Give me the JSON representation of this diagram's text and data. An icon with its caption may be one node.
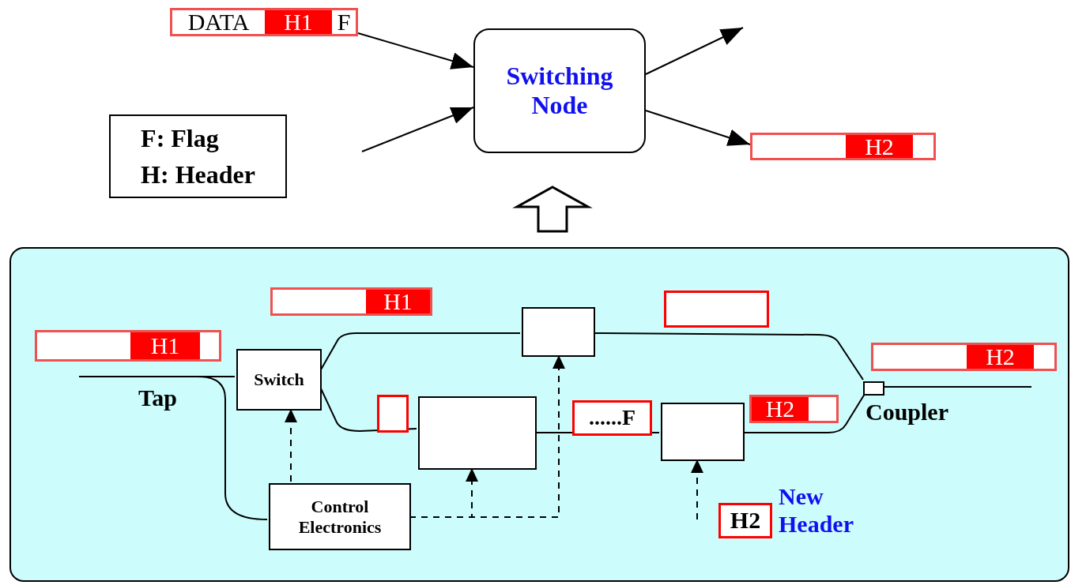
{
  "diagram": {
    "nodes": [
      {
        "text": [
          "DATA",
          "H1",
          "F"
        ]
      },
      {
        "text": [
          "Switching Node"
        ]
      },
      {
        "text": [
          "F: Flag",
          "H: Header"
        ]
      },
      {
        "text": [
          "H2"
        ]
      },
      {
        "text": [],
        "shape": "box"
      },
      {
        "text": [
          "H1"
        ],
        "in": 4
      },
      {
        "text": [],
        "shape": "box",
        "in": 4
      },
      {
        "text": [],
        "shape": "box",
        "in": 4
      },
      {
        "text": [
          "H1"
        ],
        "in": 4
      },
      {
        "text": [
          "H2"
        ],
        "in": 4
      },
      {
        "text": [
          "Switch"
        ],
        "in": 4
      },
      {
        "text": [],
        "shape": "box",
        "in": 4,
        "beside": [
          "Coupler"
        ]
      },
      {
        "text": [],
        "shape": "box",
        "in": 4
      },
      {
        "text": [],
        "shape": "box",
        "in": 4
      },
      {
        "text": [
          "......F"
        ],
        "in": 4
      },
      {
        "text": [],
        "shape": "box",
        "in": 4
      },
      {
        "text": [
          "H2"
        ],
        "in": 4
      },
      {
        "text": [
          "Control Electronics"
        ],
        "in": 4
      },
      {
        "text": [
          "H2"
        ],
        "in": 4,
        "beside": [
          "New Header"
        ]
      }
    ],
    "edges": [
      {
        "from": 0,
        "to": 1,
        "arrow": "to"
      },
      {
        "from": null,
        "to": 1,
        "arrow": "to"
      },
      {
        "from": 1,
        "to": null,
        "arrow": "to"
      },
      {
        "from": 1,
        "to": 3,
        "arrow": "to"
      },
      {
        "from": 4,
        "to": 1,
        "arrow": "to",
        "style": "thick"
      },
      {
        "from": null,
        "to": 10,
        "arrow": "none"
      },
      {
        "from": null,
        "to": 17,
        "arrow": "none"
      },
      {
        "from": 10,
        "to": 7,
        "arrow": "none"
      },
      {
        "from": 10,
        "to": 13,
        "arrow": "none"
      },
      {
        "from": 7,
        "to": 11,
        "arrow": "none"
      },
      {
        "from": 13,
        "to": 15,
        "arrow": "none"
      },
      {
        "from": 15,
        "to": 11,
        "arrow": "none"
      },
      {
        "from": 11,
        "to": null,
        "arrow": "none"
      },
      {
        "from": 17,
        "to": 10,
        "arrow": "to",
        "style": "dashed"
      },
      {
        "from": 17,
        "to": 13,
        "arrow": "to",
        "style": "dashed"
      },
      {
        "from": 17,
        "to": 7,
        "arrow": "to",
        "style": "dashed"
      },
      {
        "from": null,
        "to": 15,
        "arrow": "to",
        "style": "dashed"
      }
    ],
    "labels": [
      "Tap"
    ]
  }
}
